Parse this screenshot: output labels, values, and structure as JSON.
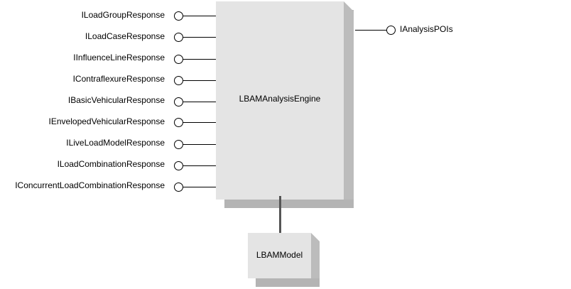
{
  "diagram": {
    "engine_component": "LBAMAnalysisEngine",
    "model_component": "LBAMModel",
    "provided_interfaces_left": [
      "ILoadGroupResponse",
      "ILoadCaseResponse",
      "IInfluenceLineResponse",
      "IContraflexureResponse",
      "IBasicVehicularResponse",
      "IEnvelopedVehicularResponse",
      "ILiveLoadModelResponse",
      "ILoadCombinationResponse",
      "IConcurrentLoadCombinationResponse"
    ],
    "provided_interfaces_right": [
      "IAnalysisPOIs"
    ]
  }
}
